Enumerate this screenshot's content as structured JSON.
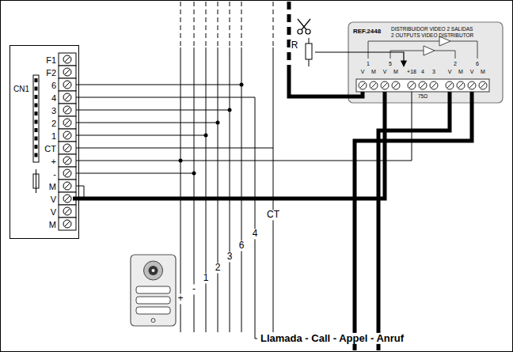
{
  "diagram": {
    "nodes": [
      {
        "text": [
          "F1",
          "F2",
          "6",
          "4",
          "3",
          "2",
          "1",
          "CT",
          "+",
          "-",
          "M",
          "V",
          "V",
          "M",
          "CN1"
        ]
      },
      {
        "text": [
          "REF.2448",
          "DISTRIBUIDOR VIDEO 2 SALIDAS",
          "2 OUTPUTS VIDEO DISTRIBUTOR",
          "1",
          "5",
          "2",
          "6",
          "V",
          "M",
          "V",
          "M",
          "+18",
          "4",
          "3",
          "V",
          "M",
          "V",
          "M",
          "75Ω"
        ]
      }
    ],
    "edges": [
      {
        "from": 0,
        "to": 1,
        "arrow": "none"
      },
      {
        "from": 0,
        "to": 1,
        "arrow": "none"
      }
    ],
    "labels": [
      "+",
      "-",
      "1",
      "2",
      "3",
      "6",
      "4",
      "CT",
      "R",
      "Llamada - Call - Appel - Anruf"
    ]
  }
}
